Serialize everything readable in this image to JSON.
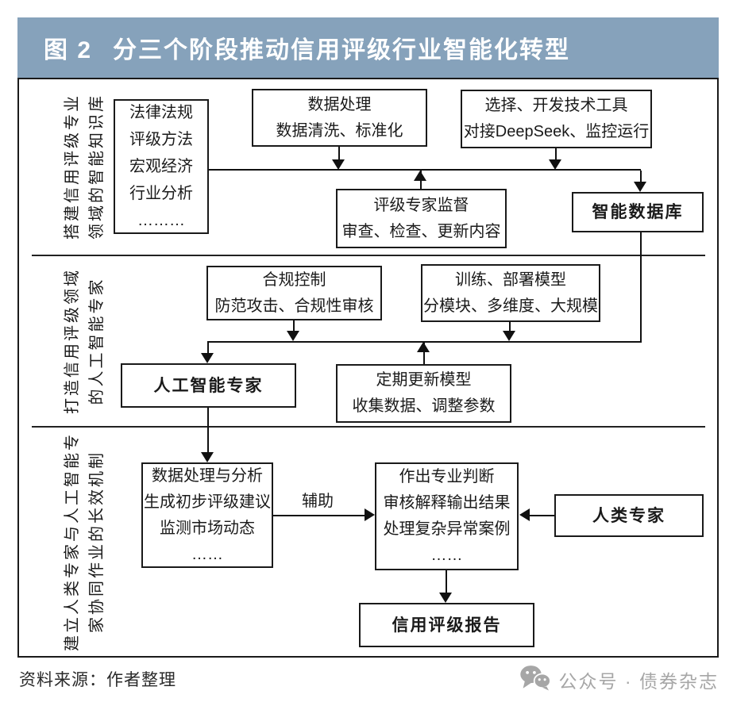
{
  "header": {
    "figure_label": "图 2",
    "title": "分三个阶段推动信用评级行业智能化转型",
    "bg_color": "#86a2bb"
  },
  "stages": [
    {
      "side_label_lines": [
        "搭建信用评级专业",
        "领域的智能知识库"
      ],
      "boxes": {
        "knowledge_sources": {
          "lines": [
            "法律法规",
            "评级方法",
            "宏观经济",
            "行业分析",
            "………"
          ]
        },
        "data_processing": {
          "lines": [
            "数据处理",
            "数据清洗、标准化"
          ]
        },
        "tech_tools": {
          "lines": [
            "选择、开发技术工具",
            "对接DeepSeek、监控运行"
          ]
        },
        "expert_supervision": {
          "lines": [
            "评级专家监督",
            "审查、检查、更新内容"
          ]
        },
        "smart_database": {
          "label": "智能数据库"
        }
      }
    },
    {
      "side_label_lines": [
        "打造信用评级领域",
        "的人工智能专家"
      ],
      "boxes": {
        "compliance_control": {
          "lines": [
            "合规控制",
            "防范攻击、合规性审核"
          ]
        },
        "model_training": {
          "lines": [
            "训练、部署模型",
            "分模块、多维度、大规模"
          ]
        },
        "ai_expert": {
          "label": "人工智能专家"
        },
        "model_update": {
          "lines": [
            "定期更新模型",
            "收集数据、调整参数"
          ]
        }
      }
    },
    {
      "side_label_lines": [
        "建立人类专家与人工智能专",
        "家协同作业的长效机制"
      ],
      "assist_label": "辅助",
      "boxes": {
        "ai_tasks": {
          "lines": [
            "数据处理与分析",
            "生成初步评级建议",
            "监测市场动态",
            "……"
          ]
        },
        "human_tasks": {
          "lines": [
            "作出专业判断",
            "审核解释输出结果",
            "处理复杂异常案例",
            "……"
          ]
        },
        "human_expert": {
          "label": "人类专家"
        },
        "rating_report": {
          "label": "信用评级报告"
        }
      }
    }
  ],
  "footer": {
    "source_note": "资料来源：作者整理",
    "wechat_badge": "公众号 · 债券杂志",
    "wechat_icon": "wechat-logo",
    "badge_color": "#a6a6a6"
  }
}
